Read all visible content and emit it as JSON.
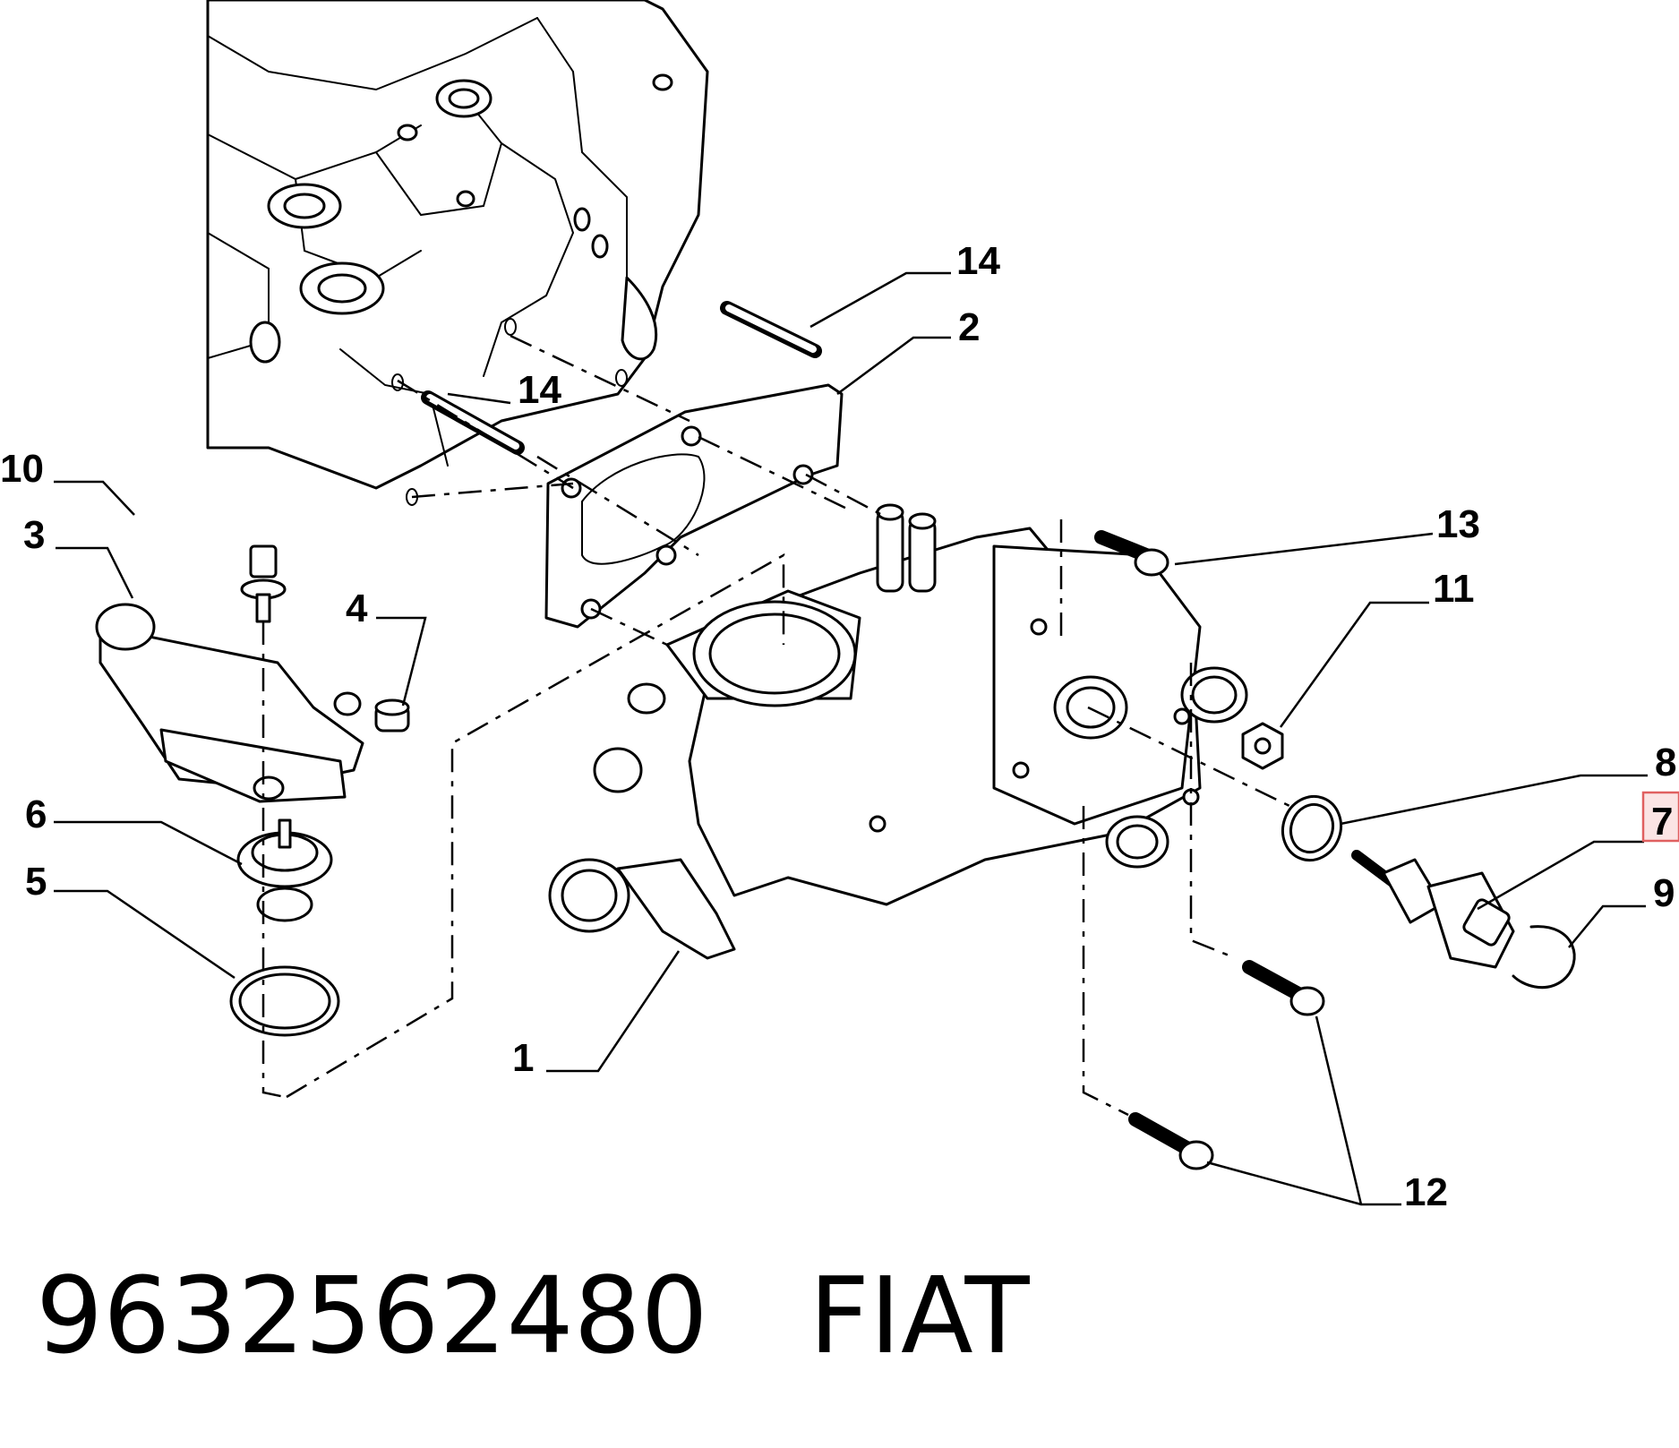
{
  "callouts": {
    "c1": "1",
    "c2": "2",
    "c3": "3",
    "c4": "4",
    "c5": "5",
    "c6": "6",
    "c7": "7",
    "c8": "8",
    "c9": "9",
    "c10": "10",
    "c11": "11",
    "c12": "12",
    "c13": "13",
    "c14a": "14",
    "c14b": "14"
  },
  "highlight_color": "#e06060",
  "caption": {
    "part_number": "9632562480",
    "brand": "FIAT"
  }
}
